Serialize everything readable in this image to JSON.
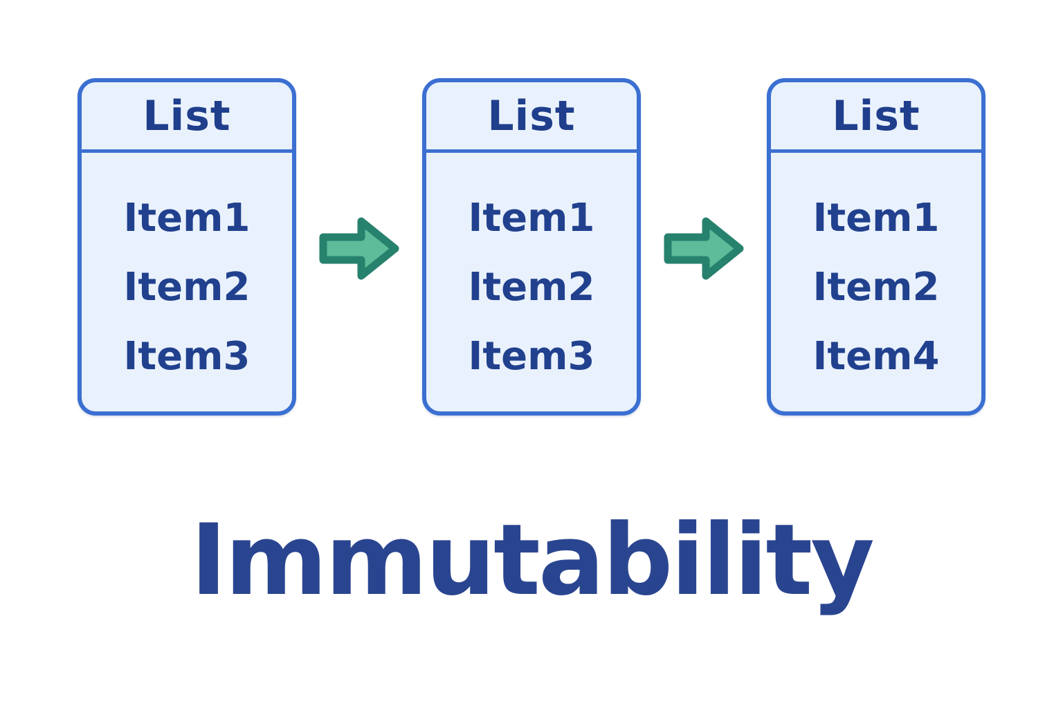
{
  "diagram": {
    "boxes": [
      {
        "title": "List",
        "items": [
          "Item1",
          "Item2",
          "Item3"
        ]
      },
      {
        "title": "List",
        "items": [
          "Item1",
          "Item2",
          "Item3"
        ]
      },
      {
        "title": "List",
        "items": [
          "Item1",
          "Item2",
          "Item4"
        ]
      }
    ]
  },
  "caption": {
    "text": "Immutability"
  },
  "colors": {
    "background": "#ffffff",
    "box_border": "#3b6fd1",
    "box_fill": "#e9f1fc",
    "box_text": "#21418e",
    "caption_text": "#2a4590",
    "arrow_fill": "#5ebc9a",
    "arrow_stroke": "#26816d"
  }
}
